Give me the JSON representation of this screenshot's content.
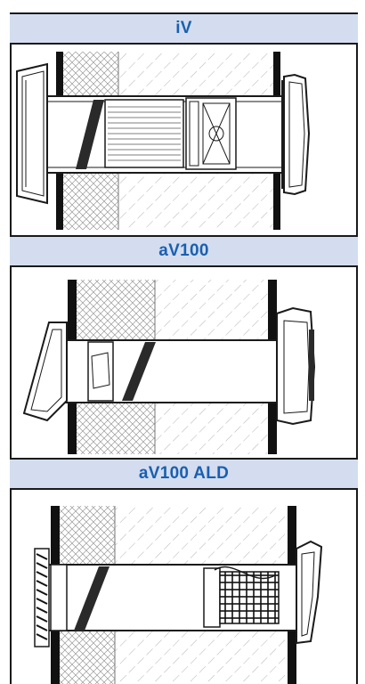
{
  "sections": [
    {
      "title": "iV"
    },
    {
      "title": "aV100"
    },
    {
      "title": "aV100 ALD"
    }
  ],
  "colors": {
    "header_bg": "#d3ddef",
    "header_text": "#1a5fb0",
    "outline": "#1a1a1a"
  }
}
